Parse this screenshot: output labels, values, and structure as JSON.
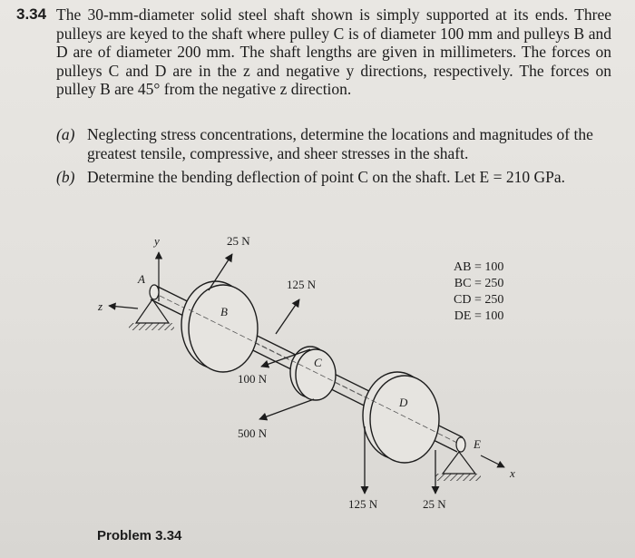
{
  "problem": {
    "number": "3.34",
    "statement": "The 30-mm-diameter solid steel shaft shown is simply supported at its ends. Three pulleys are keyed to the shaft where pulley C is of diameter 100 mm and pulleys B and D are of diameter 200 mm. The shaft lengths are given in millimeters. The forces on pulleys C and D are in the z and negative y directions, respectively. The forces on pulley B are 45° from the negative z direction.",
    "parts": [
      {
        "label": "(a)",
        "text": "Neglecting stress concentrations, determine the locations and magnitudes of the greatest tensile, compressive, and sheer stresses in the shaft."
      },
      {
        "label": "(b)",
        "text": "Determine the bending deflection of point C on the shaft. Let E = 210 GPa."
      }
    ]
  },
  "figure": {
    "axes": {
      "y": "y",
      "z": "z",
      "x": "x"
    },
    "points": {
      "A": "A",
      "B": "B",
      "C": "C",
      "D": "D",
      "E": "E"
    },
    "forces": {
      "f1": "25 N",
      "f2": "125 N",
      "f3": "100 N",
      "f4": "500 N",
      "f5": "125 N",
      "f6": "25 N"
    },
    "lengths": [
      "AB = 100",
      "BC = 250",
      "CD = 250",
      "DE = 100"
    ]
  },
  "caption": "Problem 3.34"
}
